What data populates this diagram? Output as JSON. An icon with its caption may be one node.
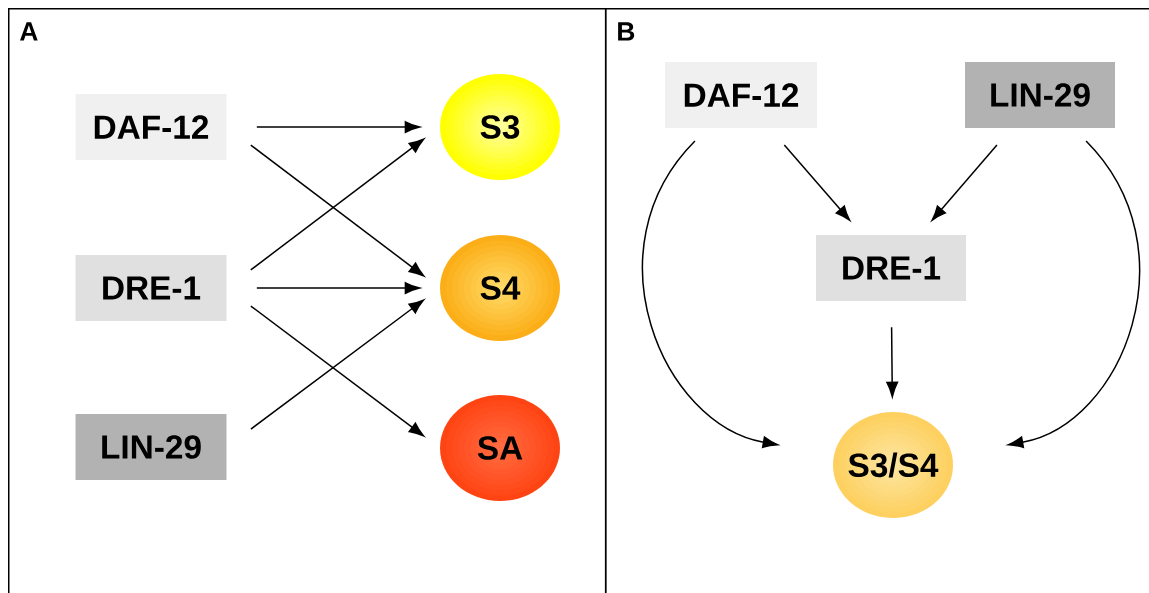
{
  "diagram": {
    "nodes": [
      {
        "text": [
          "A"
        ]
      },
      {
        "text": [
          "DAF-12"
        ],
        "in": 0
      },
      {
        "text": [
          "DRE-1"
        ],
        "in": 0
      },
      {
        "text": [
          "LIN-29"
        ],
        "in": 0
      },
      {
        "text": [
          "S3"
        ],
        "in": 0
      },
      {
        "text": [
          "S4"
        ],
        "in": 0
      },
      {
        "text": [
          "SA"
        ],
        "in": 0
      },
      {
        "text": [
          "B"
        ]
      },
      {
        "text": [
          "DAF-12"
        ],
        "in": 7
      },
      {
        "text": [
          "LIN-29"
        ],
        "in": 7
      },
      {
        "text": [
          "DRE-1"
        ],
        "in": 7
      },
      {
        "text": [
          "S3/S4"
        ],
        "in": 7
      }
    ],
    "edges": [
      {
        "from": 1,
        "to": 4,
        "arrow": "to"
      },
      {
        "from": 1,
        "to": 5,
        "arrow": "to"
      },
      {
        "from": 2,
        "to": 4,
        "arrow": "to"
      },
      {
        "from": 2,
        "to": 5,
        "arrow": "to"
      },
      {
        "from": 2,
        "to": 6,
        "arrow": "to"
      },
      {
        "from": 3,
        "to": 5,
        "arrow": "to"
      },
      {
        "from": 8,
        "to": 10,
        "arrow": "to"
      },
      {
        "from": 9,
        "to": 10,
        "arrow": "to"
      },
      {
        "from": 8,
        "to": 11,
        "arrow": "to"
      },
      {
        "from": 9,
        "to": 11,
        "arrow": "to"
      },
      {
        "from": 10,
        "to": 11,
        "arrow": "to"
      }
    ]
  }
}
